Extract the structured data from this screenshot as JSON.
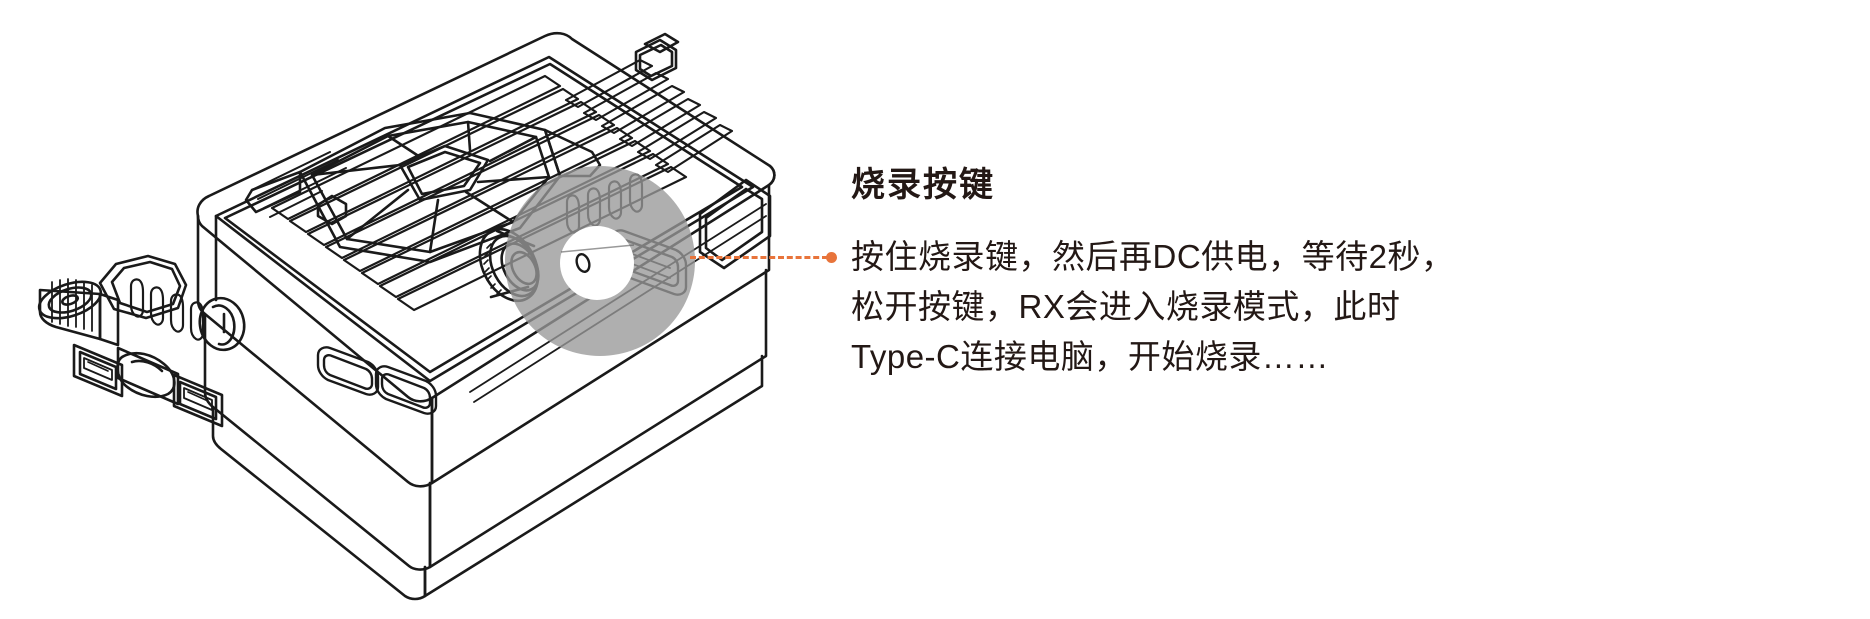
{
  "page": {
    "background": "#ffffff",
    "accent_color": "#E8743B",
    "text_color": "#231815",
    "line_color": "#1a1a1a",
    "highlight_circle_color": "#999999"
  },
  "illustration": {
    "name": "fpv-receiver-device-line-art",
    "description": "isometric technical line drawing of an FPV video receiver with heatsink fins, SMA antenna connector, USB ports, SD card slot and Type-C ports",
    "highlight": {
      "name": "burn-button-magnifier",
      "circle_fill": "#999999",
      "spot_fill": "#ffffff"
    }
  },
  "callout": {
    "line_style": "dashed",
    "line_color": "#E8743B",
    "dot_color": "#E8743B"
  },
  "annotation": {
    "heading": "烧录按键",
    "lines": [
      "按住烧录键，然后再DC供电，等待2秒，",
      "松开按键，RX会进入烧录模式，此时",
      "Type-C连接电脑，开始烧录……"
    ]
  }
}
